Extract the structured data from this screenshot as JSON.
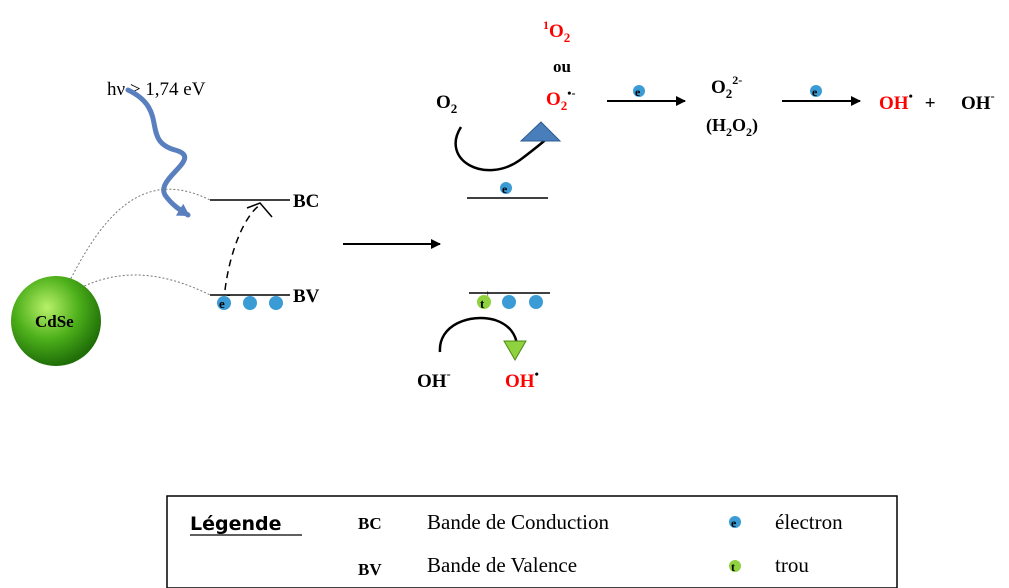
{
  "photon": {
    "label": "hν > 1,74  eV"
  },
  "particle": {
    "label": "CdSe"
  },
  "bands": {
    "bc": "BC",
    "bv": "BV"
  },
  "reduction": {
    "o2": "O",
    "o2_sub": "2",
    "singlet_sup": "1",
    "singlet_base": "O",
    "singlet_sub": "2",
    "ou": "ou",
    "superoxide_base": "O",
    "superoxide_sub": "2",
    "superoxide_sup": "•-",
    "peroxide_base": "O",
    "peroxide_sub": "2",
    "peroxide_sup": "2-",
    "peroxide_alt": "(H",
    "peroxide_alt_sub1": "2",
    "peroxide_alt_mid": "O",
    "peroxide_alt_sub2": "2",
    "peroxide_alt_end": ")",
    "hydroxyl_radical": "OH",
    "hydroxyl_radical_sup": "•",
    "plus": " + ",
    "hydroxide": "OH",
    "hydroxide_sup": "-"
  },
  "oxidation": {
    "reactant": "OH",
    "reactant_sup": "-",
    "product": "OH",
    "product_sup": "•"
  },
  "charges": {
    "electron": "e",
    "hole": "t"
  },
  "legend": {
    "title": "Légende",
    "rows": [
      {
        "abbr": "BC",
        "text": "Bande de Conduction",
        "symbol_label": "électron"
      },
      {
        "abbr": "BV",
        "text": "Bande de Valence",
        "symbol_label": "trou"
      }
    ]
  },
  "colors": {
    "electron": "#3a9bd5",
    "hole": "#8fd13f",
    "particle": "#4caf1a",
    "radical": "#ff0000",
    "photon": "#5a7fbf",
    "triangle_blue": "#4a7ebb",
    "triangle_green": "#8fd13f"
  }
}
